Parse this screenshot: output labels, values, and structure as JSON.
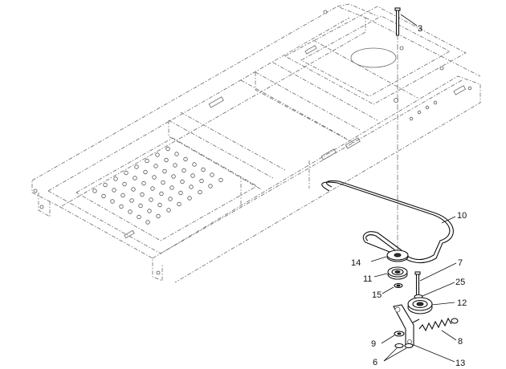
{
  "callouts": [
    {
      "id": "c3",
      "label": "3"
    },
    {
      "id": "c10",
      "label": "10"
    },
    {
      "id": "c7",
      "label": "7"
    },
    {
      "id": "c14",
      "label": "14"
    },
    {
      "id": "c25",
      "label": "25"
    },
    {
      "id": "c11",
      "label": "11"
    },
    {
      "id": "c12",
      "label": "12"
    },
    {
      "id": "c15",
      "label": "15"
    },
    {
      "id": "c8",
      "label": "8"
    },
    {
      "id": "c9",
      "label": "9"
    },
    {
      "id": "c6",
      "label": "6"
    },
    {
      "id": "c13",
      "label": "13"
    }
  ]
}
